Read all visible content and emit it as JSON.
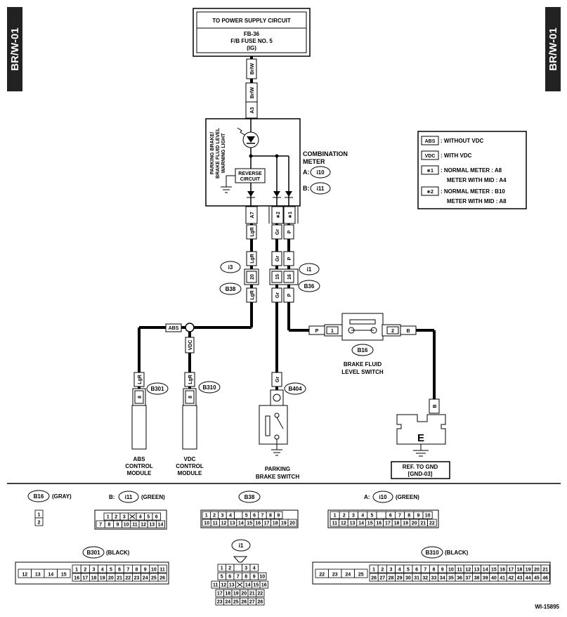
{
  "page_tag": "BR/W-01",
  "power_box": {
    "header": "TO POWER SUPPLY CIRCUIT",
    "line1": "FB-36",
    "line2": "F/B FUSE NO. 5",
    "line3": "(IG)"
  },
  "wires": {
    "brw": "Br/W",
    "lgr": "LgR",
    "gr": "Gr",
    "p": "P",
    "b": "B"
  },
  "pins": {
    "a3": "A3",
    "a7": "A7",
    "star2": "∗2",
    "star1": "∗1",
    "c20": "20",
    "c15": "15",
    "c16": "16",
    "b301_8": "8",
    "b310_8": "8",
    "b16_1": "1",
    "b16_2": "2"
  },
  "meter": {
    "light_label_1": "PARKING BRAKE/",
    "light_label_2": "BRAKE FLUID LEVEL",
    "light_label_3": "WARNING LIGHT",
    "reverse_1": "REVERSE",
    "reverse_2": "CIRCUIT",
    "title_1": "COMBINATION",
    "title_2": "METER",
    "conn_a_prefix": "A:",
    "conn_a": "i10",
    "conn_b_prefix": "B:",
    "conn_b": "i11"
  },
  "legend": [
    {
      "key": "ABS",
      "text": ": WITHOUT VDC",
      "text2": ""
    },
    {
      "key": "VDC",
      "text": ": WITH VDC",
      "text2": ""
    },
    {
      "key": "∗1",
      "text": ": NORMAL METER   : A8",
      "text2": "METER WITH MID : A4"
    },
    {
      "key": "∗2",
      "text": ": NORMAL METER   : B10",
      "text2": "METER WITH MID : A8"
    }
  ],
  "connectors": {
    "i3": "i3",
    "b38": "B38",
    "i1": "i1",
    "b36": "B36",
    "b301": "B301",
    "b310": "B310",
    "b404": "B404",
    "b16": "B16"
  },
  "tags": {
    "abs": "ABS",
    "vdc": "VDC"
  },
  "components": {
    "abs_1": "ABS",
    "abs_2": "CONTROL",
    "abs_3": "MODULE",
    "vdc_1": "VDC",
    "vdc_2": "CONTROL",
    "vdc_3": "MODULE",
    "pb_1": "PARKING",
    "pb_2": "BRAKE SWITCH",
    "bfl_1": "BRAKE FLUID",
    "bfl_2": "LEVEL SWITCH",
    "ground": "E",
    "gnd_1": "REF. TO GND",
    "gnd_2": "[GND-03]"
  },
  "bottom": {
    "b16": {
      "name": "B16",
      "color": "(GRAY)"
    },
    "i11": {
      "prefix": "B:",
      "name": "i11",
      "color": "(GREEN)"
    },
    "b38": {
      "name": "B38"
    },
    "i10": {
      "prefix": "A:",
      "name": "i10",
      "color": "(GREEN)"
    },
    "b301": {
      "name": "B301",
      "color": "(BLACK)"
    },
    "i1": {
      "name": "i1"
    },
    "b310": {
      "name": "B310",
      "color": "(BLACK)"
    }
  },
  "grids": {
    "b16": [
      [
        "1"
      ],
      [
        "2"
      ]
    ],
    "i11": [
      [
        "1",
        "2",
        "3",
        "X",
        "4",
        "5",
        "6"
      ],
      [
        "7",
        "8",
        "9",
        "10",
        "11",
        "12",
        "13",
        "14"
      ]
    ],
    "b38": [
      [
        "1",
        "2",
        "3",
        "4",
        "",
        "5",
        "6",
        "7",
        "8",
        "9"
      ],
      [
        "10",
        "11",
        "12",
        "13",
        "14",
        "15",
        "16",
        "17",
        "18",
        "19",
        "20"
      ]
    ],
    "i10": [
      [
        "1",
        "2",
        "3",
        "4",
        "5",
        "",
        "6",
        "7",
        "8",
        "9",
        "10"
      ],
      [
        "11",
        "12",
        "13",
        "14",
        "15",
        "16",
        "17",
        "18",
        "19",
        "20",
        "21",
        "22"
      ]
    ],
    "b301_left": [
      "12",
      "13",
      "14",
      "15"
    ],
    "b301_r1": [
      "1",
      "2",
      "3",
      "4",
      "5",
      "6",
      "7",
      "8",
      "9",
      "10",
      "11"
    ],
    "b301_r2": [
      "16",
      "17",
      "18",
      "19",
      "20",
      "21",
      "22",
      "23",
      "24",
      "25",
      "26"
    ],
    "i1": [
      [
        "1",
        "2",
        "",
        "3",
        "4"
      ],
      [
        "5",
        "6",
        "7",
        "8",
        "9",
        "10"
      ],
      [
        "11",
        "12",
        "13",
        "X",
        "14",
        "15",
        "16"
      ],
      [
        "17",
        "18",
        "19",
        "20",
        "21",
        "22"
      ],
      [
        "23",
        "24",
        "25",
        "26",
        "27",
        "28"
      ]
    ],
    "b310_left": [
      "22",
      "23",
      "24",
      "25"
    ],
    "b310_r1": [
      "1",
      "2",
      "3",
      "4",
      "5",
      "6",
      "7",
      "8",
      "9",
      "10",
      "11",
      "12",
      "13",
      "14",
      "15",
      "16",
      "17",
      "18",
      "19",
      "20",
      "21"
    ],
    "b310_r2": [
      "26",
      "27",
      "28",
      "29",
      "30",
      "31",
      "32",
      "33",
      "34",
      "35",
      "36",
      "37",
      "38",
      "39",
      "40",
      "41",
      "42",
      "43",
      "44",
      "45",
      "46"
    ]
  },
  "footer_id": "WI-15895"
}
